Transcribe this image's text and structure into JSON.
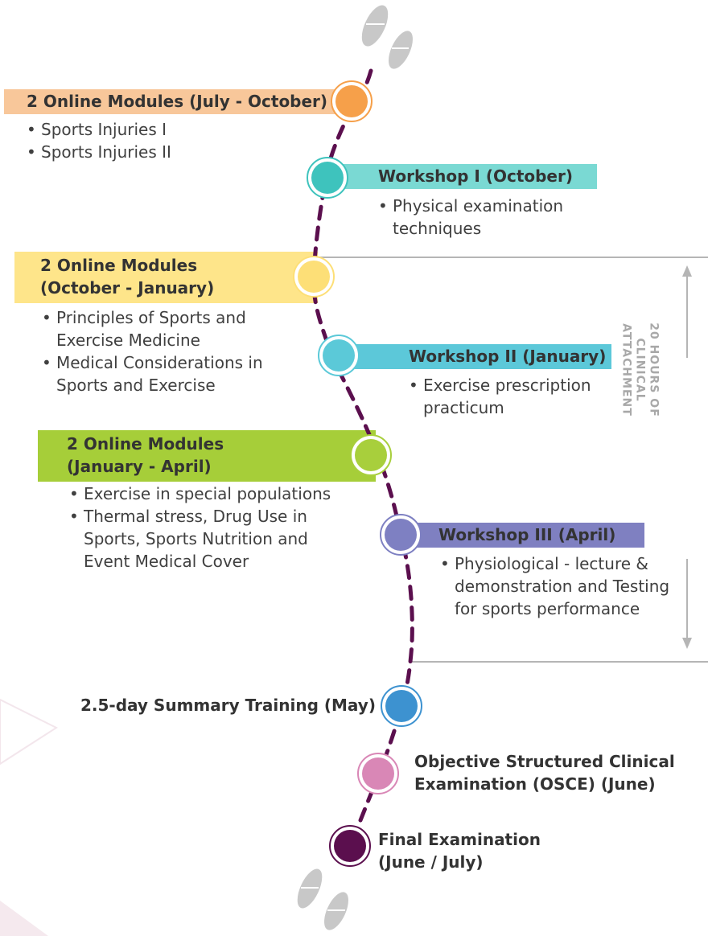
{
  "colors": {
    "orange": "#f6a04a",
    "orange_band": "#f8c79a",
    "teal": "#3ec3bd",
    "teal_band": "#7ad9d3",
    "yellow": "#fddf77",
    "yellow_band": "#fee58a",
    "cyan": "#5bc9d8",
    "cyan_band": "#5cc8d9",
    "green": "#a8cf3c",
    "green_band": "#a6ce39",
    "purple": "#7e80c2",
    "purple_band": "#7f80c1",
    "blue": "#3d92d0",
    "pink": "#d987b6",
    "plum": "#5b0f4e",
    "path": "#5b0f4e",
    "bracket": "#b5b5b5"
  },
  "icons": [
    "shoe-prints-icon-top",
    "shoe-prints-icon-bottom"
  ],
  "stages": [
    {
      "title": "2 Online Modules (July - October)",
      "items": [
        "Sports Injuries I",
        "Sports Injuries II"
      ]
    },
    {
      "title": "Workshop I (October)",
      "items": [
        "Physical examination techniques"
      ]
    },
    {
      "title_line1": "2 Online Modules",
      "title_line2": "(October - January)",
      "items": [
        "Principles of Sports and Exercise Medicine",
        "Medical Considerations in Sports and Exercise"
      ]
    },
    {
      "title": "Workshop II (January)",
      "items": [
        "Exercise prescription practicum"
      ]
    },
    {
      "title_line1": "2 Online Modules",
      "title_line2": "(January - April)",
      "items": [
        "Exercise in special populations",
        "Thermal stress, Drug Use in Sports, Sports Nutrition and Event Medical Cover"
      ]
    },
    {
      "title": "Workshop III (April)",
      "items": [
        "Physiological - lecture & demonstration and Testing for sports performance"
      ]
    },
    {
      "title": "2.5-day Summary Training (May)"
    },
    {
      "title_line1": "Objective Structured Clinical",
      "title_line2": "Examination (OSCE) (June)"
    },
    {
      "title_line1": "Final Examination",
      "title_line2": "(June / July)"
    }
  ],
  "clinical_attachment": {
    "line1": "20 HOURS OF",
    "line2": "CLINICAL ATTACHMENT"
  }
}
